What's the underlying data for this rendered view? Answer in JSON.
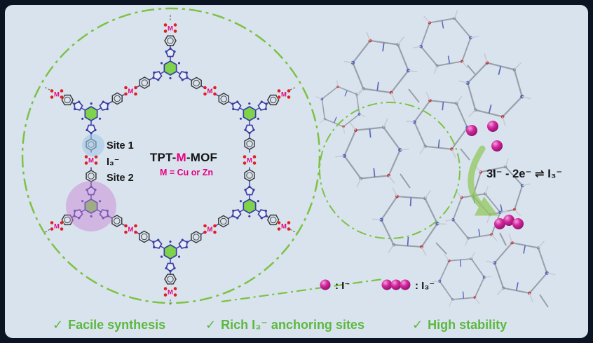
{
  "figure": {
    "mof": {
      "title_prefix": "TPT-",
      "title_metal": "M",
      "title_suffix": "-MOF",
      "metal_note": "M = Cu or Zn",
      "site1": "Site 1",
      "site_species": "I₃⁻",
      "site2": "Site 2",
      "metal_symbol": "M"
    },
    "reaction_equation": "3I⁻ - 2e⁻ ⇌ I₃⁻",
    "legend": {
      "iodide_label": ": I⁻",
      "triiodide_label": ": I₃⁻"
    },
    "features": [
      {
        "check": "✓",
        "label": "Facile synthesis"
      },
      {
        "check": "✓",
        "label": "Rich I₃⁻ anchoring sites"
      },
      {
        "check": "✓",
        "label": "High stability"
      }
    ],
    "colors": {
      "background": "#d9e3ee",
      "frame": "#0b1423",
      "accent_green": "#7dc242",
      "feature_green": "#5cb83e",
      "magenta": "#e6007e",
      "iodine_sphere": "#c8189c",
      "triazine_green": "#7fd34b",
      "nitrogen_blue": "#3b3fa0",
      "oxygen_red": "#e02020"
    }
  }
}
